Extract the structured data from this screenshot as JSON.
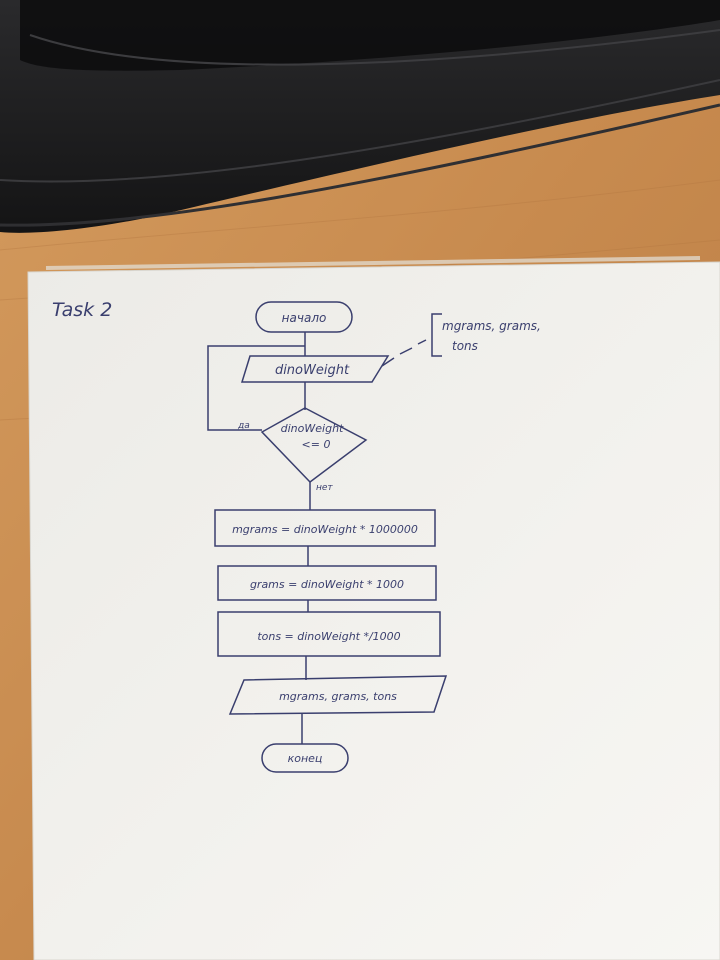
{
  "sheet": {
    "heading": "Task 2"
  },
  "flowchart": {
    "start_label": "начало",
    "input_label": "dinoWeight",
    "condition_line1": "dinoWeight",
    "condition_line2": "<= 0",
    "branch_yes": "да",
    "branch_no": "нет",
    "step1": "mgrams = dinoWeight * 1000000",
    "step2": "grams = dinoWeight * 1000",
    "step3": "tons = dinoWeight */1000",
    "output_label": "mgrams, grams, tons",
    "end_label": "конец",
    "comment_line1": "mgrams, grams,",
    "comment_line2": "tons"
  },
  "colors": {
    "desk": "#c98f52",
    "paper": "#f2f0ec",
    "ink": "#3a3f6e",
    "keyboard": "#1c1c1e"
  }
}
